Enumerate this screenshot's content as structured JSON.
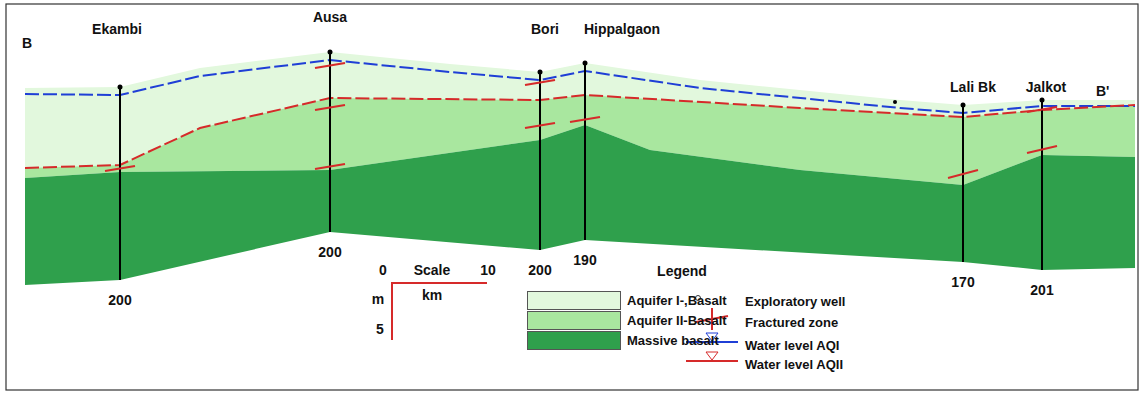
{
  "diagram": {
    "labels": [
      "B",
      "Ekambi",
      "Ausa",
      "Bori",
      "Hippalgaon",
      "Lali Bk",
      "Jalkot",
      "B'",
      "200",
      "200",
      "200",
      "190",
      "170",
      "201",
      "Scale",
      "0",
      "10",
      "km",
      "m",
      "5",
      "Legend"
    ],
    "legend": [
      {
        "text": "Aquifer I-,Basalt",
        "color": "#e2f8dd"
      },
      {
        "text": "Aquifer II-Basalt",
        "color": "#a9e79f"
      },
      {
        "text": "Massive basalt",
        "color": "#2fa04c"
      },
      {
        "text": "Exploratory well"
      },
      {
        "text": "Fractured zone"
      },
      {
        "text": "Water level AQI"
      },
      {
        "text": "Water level AQII"
      }
    ]
  }
}
